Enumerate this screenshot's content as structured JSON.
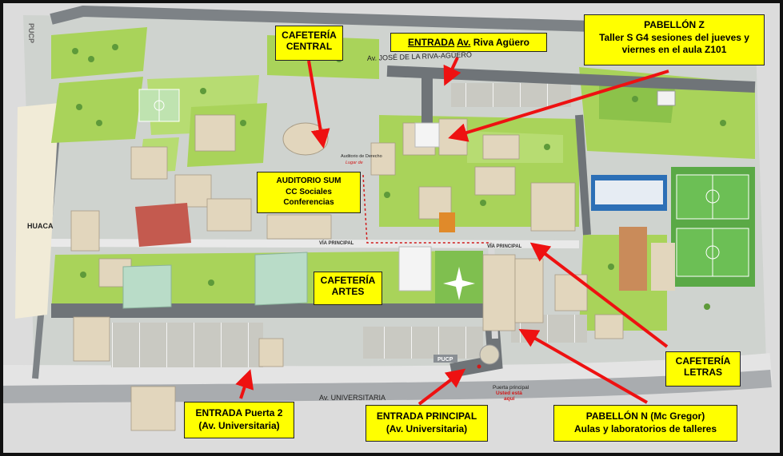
{
  "map": {
    "streets": {
      "top": "Av. JOSÉ DE LA RIVA-AGÜERO",
      "bottom": "Av. UNIVERSITARIA",
      "via_principal": "VÍA PRINCIPAL"
    },
    "area_huaca": "HUACA",
    "logo_text": "PUCP",
    "gate_sign": "PUCP",
    "auditorio_derecho": "Auditorio de Derecho",
    "lugar_de": "Lugar de",
    "puerta_principal": "Puerta principal",
    "usted_esta": "Usted está",
    "aqui": "aquí"
  },
  "callouts": {
    "cafeteria_central": {
      "line1": "CAFETERÍA",
      "line2": "CENTRAL"
    },
    "entrada_riva_aguero": {
      "prefix": "ENTRADA",
      "underline": "Av.",
      "suffix": "Riva Agüero"
    },
    "pabellon_z": {
      "line1": "PABELLÓN Z",
      "line2": "Taller S G4 sesiones del jueves y",
      "line3": "viernes en el aula Z101"
    },
    "auditorio_sum": {
      "line1": "AUDITORIO SUM",
      "line2": "CC Sociales",
      "line3": "Conferencias"
    },
    "cafeteria_artes": {
      "line1": "CAFETERÍA",
      "line2": "ARTES"
    },
    "cafeteria_letras": {
      "line1": "CAFETERÍA",
      "line2": "LETRAS"
    },
    "entrada_puerta2": {
      "line1": "ENTRADA Puerta 2",
      "line2": "(Av. Universitaria)"
    },
    "entrada_principal": {
      "line1": "ENTRADA PRINCIPAL",
      "line2": "(Av. Universitaria)"
    },
    "pabellon_n": {
      "line1": "PABELLÓN N (Mc Gregor)",
      "line2": "Aulas y laboratorios de talleres"
    }
  },
  "colors": {
    "arrow": "#ee1111",
    "callout_bg": "#ffff00",
    "grass": "#a9d35a",
    "road": "#6f7478",
    "building": "#e2d6bd"
  }
}
